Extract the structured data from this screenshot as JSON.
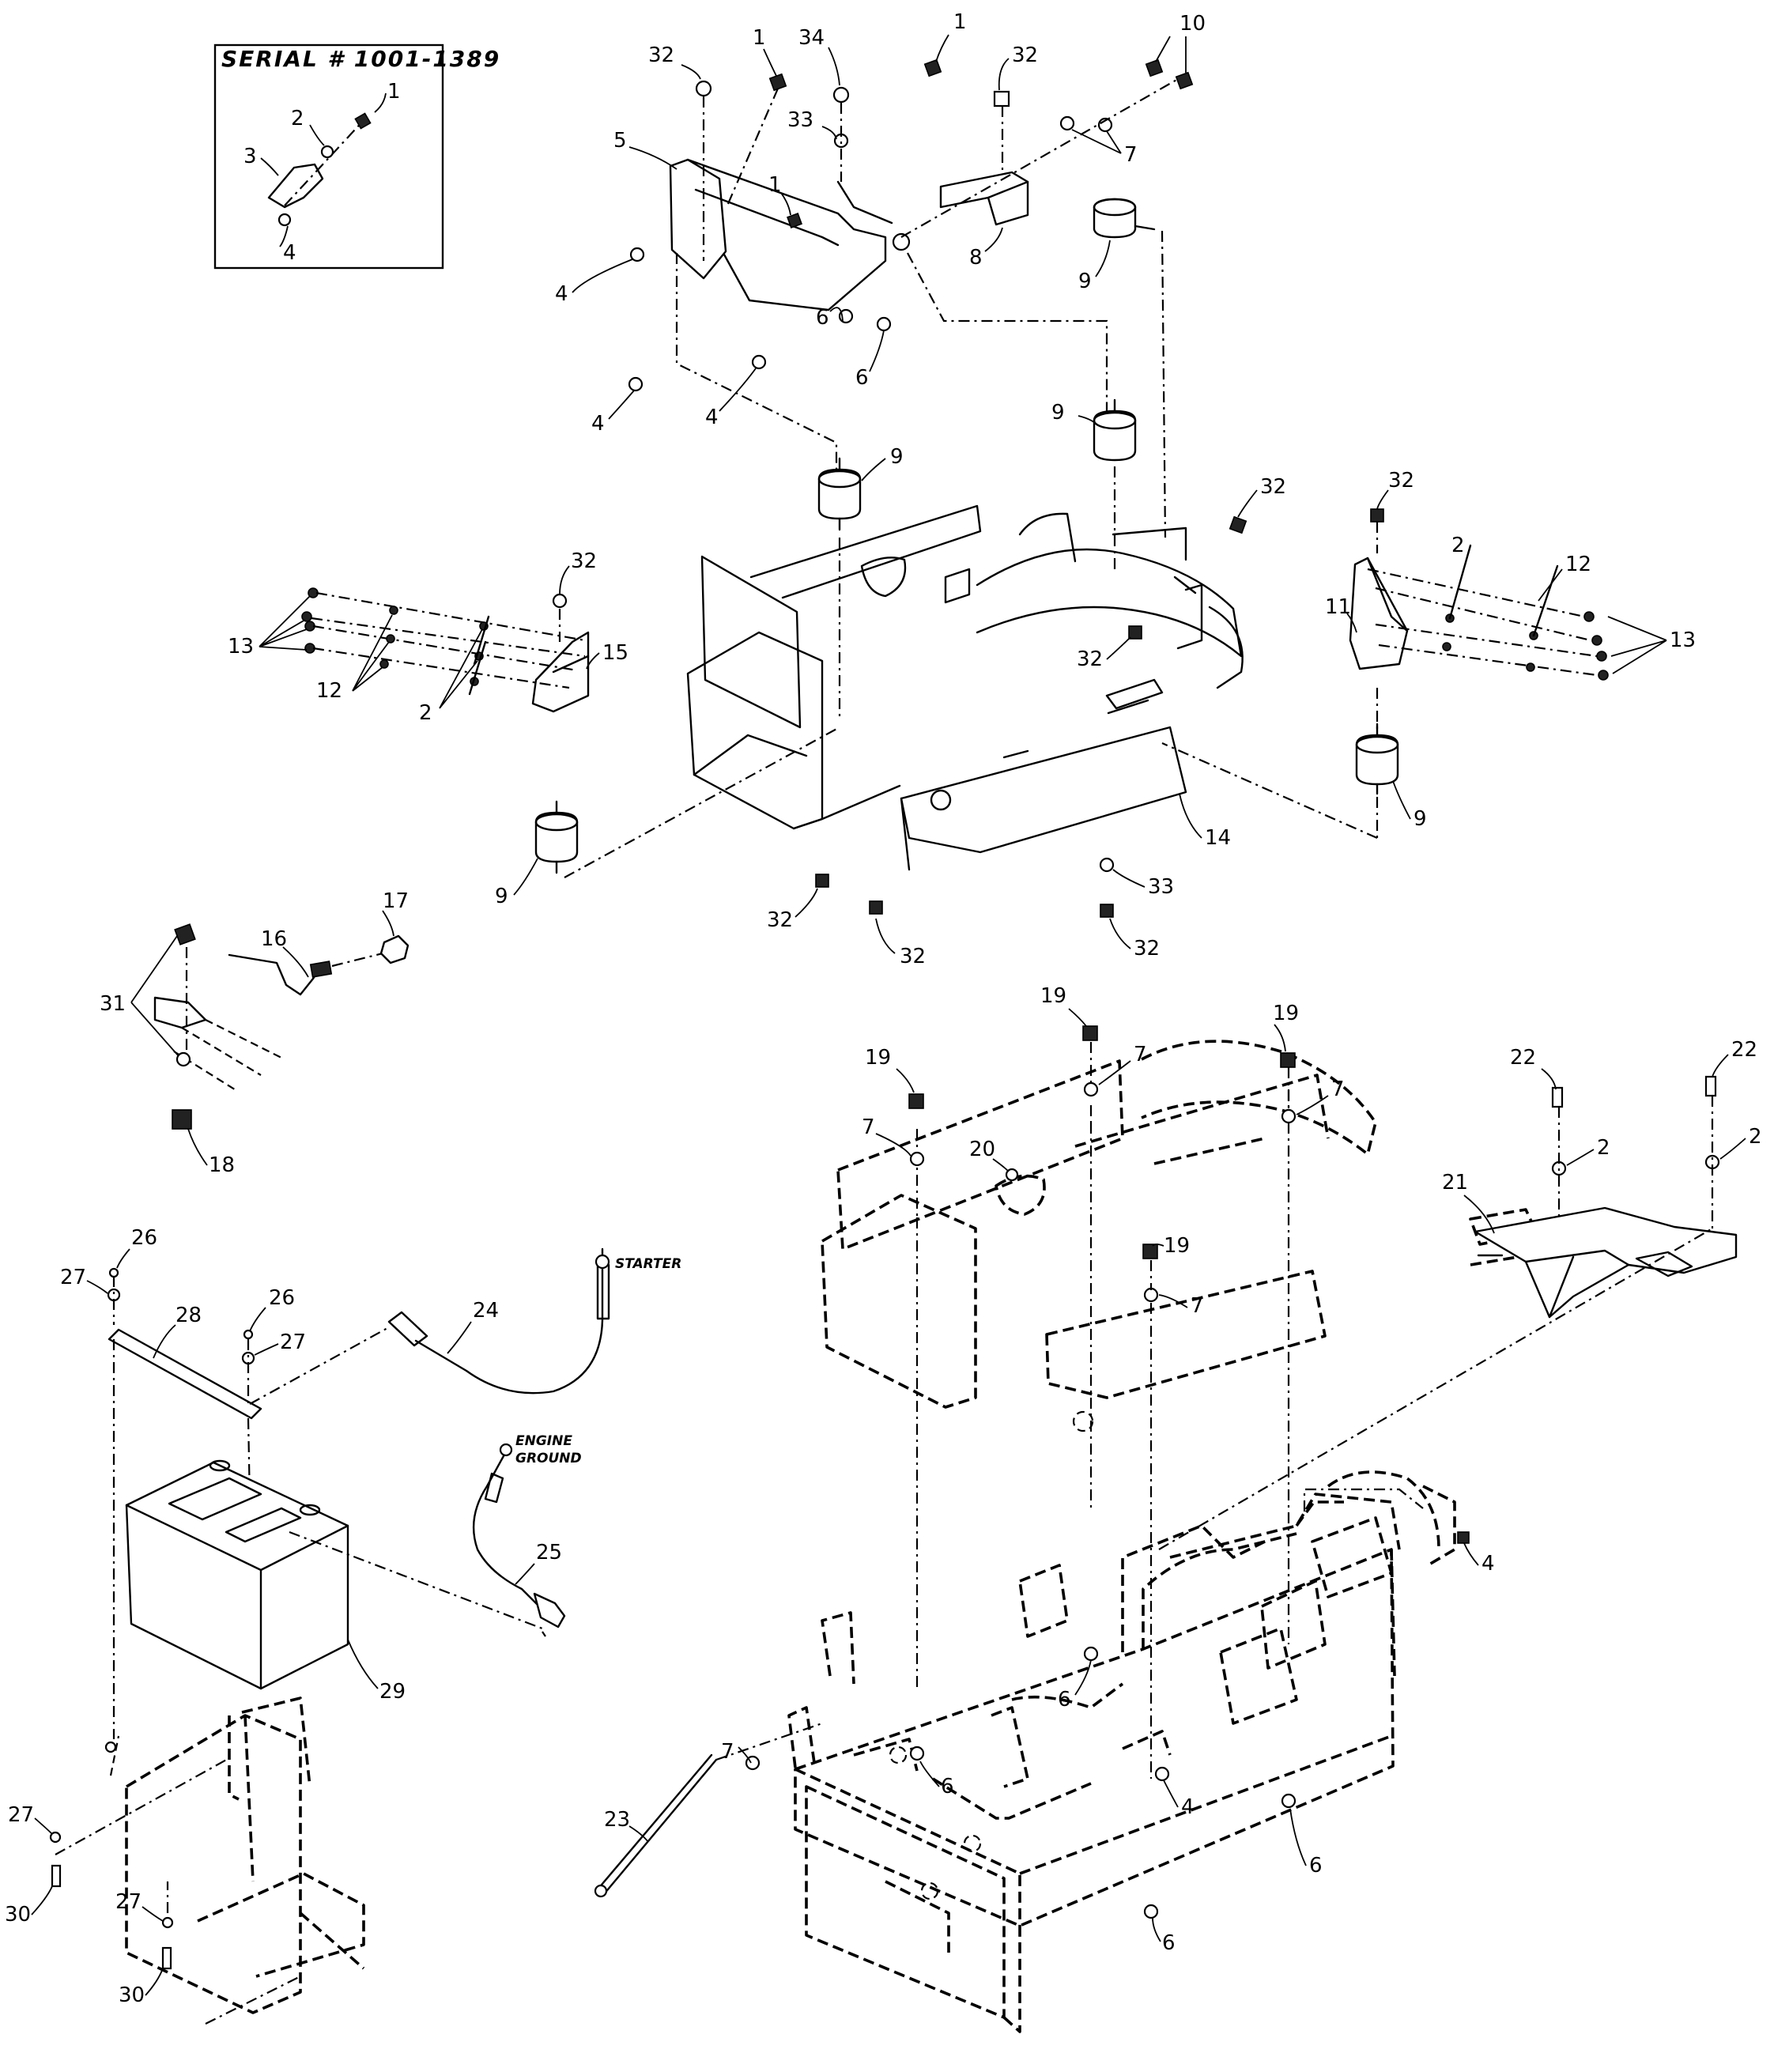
{
  "serial_box": {
    "title": "SERIAL # 1001-1389",
    "callouts": [
      "1",
      "2",
      "3",
      "4"
    ]
  },
  "labels": {
    "starter": "STARTER",
    "engine": "ENGINE",
    "ground": "GROUND"
  },
  "callouts": {
    "c10": "10",
    "c1a": "1",
    "c34": "34",
    "c1b": "1",
    "c32a": "32",
    "c32b": "32",
    "c33a": "33",
    "c5": "5",
    "c1c": "1",
    "c7a": "7",
    "c8": "8",
    "c9a": "9",
    "c4a": "4",
    "c6a": "6",
    "c6b": "6",
    "c4b": "4",
    "c4c": "4",
    "c9b": "9",
    "c9c": "9",
    "c32c": "32",
    "c32d": "32",
    "c2a": "2",
    "c12a": "12",
    "c32e": "32",
    "c11": "11",
    "c13a": "13",
    "c13b": "13",
    "c12b": "12",
    "c15": "15",
    "c2b": "2",
    "c32f": "32",
    "c14": "14",
    "c9d": "9",
    "c9e": "9",
    "c33b": "33",
    "c32g": "32",
    "c32h": "32",
    "c32i": "32",
    "c17": "17",
    "c16": "16",
    "c31": "31",
    "c18": "18",
    "c19a": "19",
    "c7b": "7",
    "c19b": "19",
    "c19c": "19",
    "c7c": "7",
    "c7d": "7",
    "c22a": "22",
    "c22b": "22",
    "c2c": "2",
    "c2d": "2",
    "c20": "20",
    "c21": "21",
    "c19d": "19",
    "c7e": "7",
    "c26a": "26",
    "c27a": "27",
    "c28": "28",
    "c26b": "26",
    "c27b": "27",
    "c24": "24",
    "c25": "25",
    "c29": "29",
    "c4d": "4",
    "c6c": "6",
    "c6d": "6",
    "c4e": "4",
    "c7f": "7",
    "c23": "23",
    "c6e": "6",
    "c6f": "6",
    "c27c": "27",
    "c30a": "30",
    "c27d": "27",
    "c30b": "30"
  }
}
